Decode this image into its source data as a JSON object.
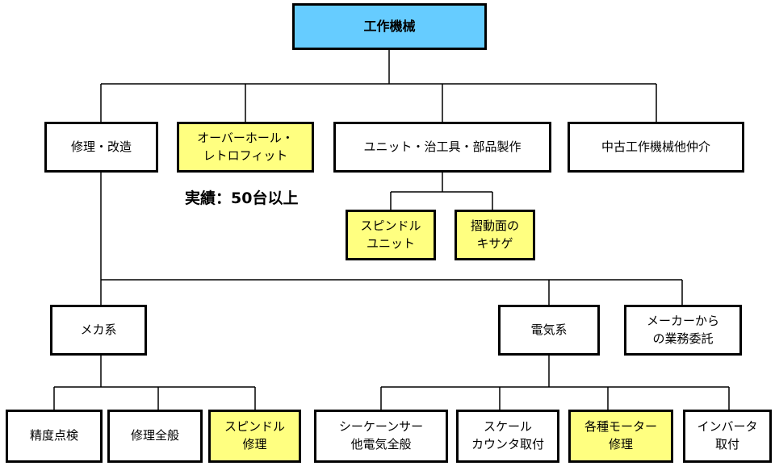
{
  "root": {
    "label": "工作機械",
    "color": "#66ccff"
  },
  "highlight_color": "#ffff80",
  "categories": {
    "repair": "修理・改造",
    "overhaul": "オーバーホール・\nレトロフィット",
    "unit_parts": "ユニット・治工具・部品製作",
    "used_brokerage": "中古工作機械他仲介"
  },
  "overhaul_note": "実績：50台以上",
  "unit_parts_children": {
    "spindle_unit": "スピンドル\nユニット",
    "scraping": "摺動面の\nキサゲ"
  },
  "repair_children": {
    "mechanical": "メカ系",
    "electrical": "電気系",
    "manufacturer_outsourcing": "メーカーから\nの業務委託"
  },
  "mechanical_children": {
    "accuracy_check": "精度点検",
    "general_repair": "修理全般",
    "spindle_repair": "スピンドル\n修理"
  },
  "electrical_children": {
    "sequencer": "シーケーンサー\n他電気全般",
    "scale_counter": "スケール\nカウンタ取付",
    "motor_repair": "各種モーター\n修理",
    "inverter": "インバータ\n取付"
  }
}
